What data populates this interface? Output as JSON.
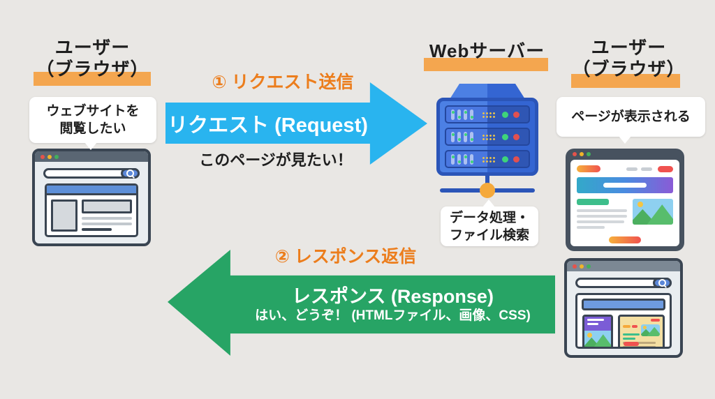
{
  "colors": {
    "background": "#E9E7E4",
    "highlight": "#F4A64F",
    "step_text": "#EC7D1C",
    "request_arrow": "#29B4EF",
    "response_arrow": "#27A465",
    "server_blue": "#3465D2"
  },
  "left_user": {
    "title_line1": "ユーザー",
    "title_line2": "（ブラウザ）",
    "bubble_line1": "ウェブサイトを",
    "bubble_line2": "閲覧したい"
  },
  "server": {
    "title": "Webサーバー",
    "bubble_line1": "データ処理・",
    "bubble_line2": "ファイル検索"
  },
  "right_user": {
    "title_line1": "ユーザー",
    "title_line2": "（ブラウザ）",
    "bubble": "ページが表示される"
  },
  "request": {
    "step": "① リクエスト送信",
    "label": "リクエスト (Request)",
    "note": "このページが見たい！"
  },
  "response": {
    "step": "② レスポンス返信",
    "label": "レスポンス (Response)",
    "note": "はい、どうぞ！ (HTMLファイル、画像、CSS)"
  }
}
